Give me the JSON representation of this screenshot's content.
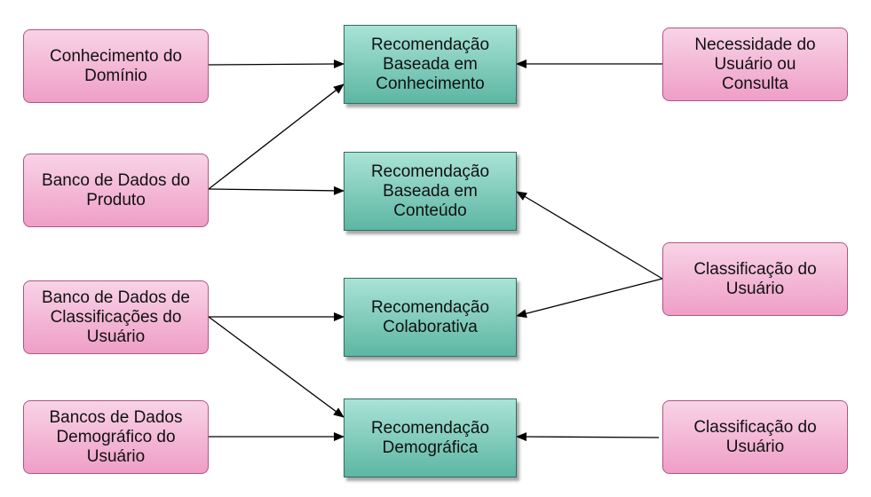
{
  "colors": {
    "source_fill_top": "#f8d3e6",
    "source_fill_bottom": "#ef9ec7",
    "source_border": "#b0577f",
    "method_fill_top": "#a9e3d6",
    "method_fill_bottom": "#5db6a3",
    "method_border": "#2f6d63",
    "edge": "#000000"
  },
  "left_nodes": [
    {
      "label": "Conhecimento do\nDomínio"
    },
    {
      "label": "Banco de Dados do\nProduto"
    },
    {
      "label": "Banco de Dados de\nClassificações do\nUsuário"
    },
    {
      "label": "Bancos de Dados\nDemográfico do\nUsuário"
    }
  ],
  "center_nodes": [
    {
      "label": "Recomendação\nBaseada em\nConhecimento"
    },
    {
      "label": "Recomendação\nBaseada em\nConteúdo"
    },
    {
      "label": "Recomendação\nColaborativa"
    },
    {
      "label": "Recomendação\nDemográfica"
    }
  ],
  "right_nodes": [
    {
      "label": "Necessidade do\nUsuário ou\nConsulta"
    },
    {
      "label": "Classificação do\nUsuário"
    },
    {
      "label": "Classificação do\nUsuário"
    }
  ],
  "edges": [
    {
      "from": "left-1",
      "to": "center-1"
    },
    {
      "from": "left-2",
      "to": "center-1"
    },
    {
      "from": "left-2",
      "to": "center-2"
    },
    {
      "from": "left-3",
      "to": "center-3"
    },
    {
      "from": "left-3",
      "to": "center-4"
    },
    {
      "from": "left-4",
      "to": "center-4"
    },
    {
      "from": "right-1",
      "to": "center-1"
    },
    {
      "from": "right-2",
      "to": "center-2"
    },
    {
      "from": "right-2",
      "to": "center-3"
    },
    {
      "from": "right-3",
      "to": "center-4"
    }
  ]
}
